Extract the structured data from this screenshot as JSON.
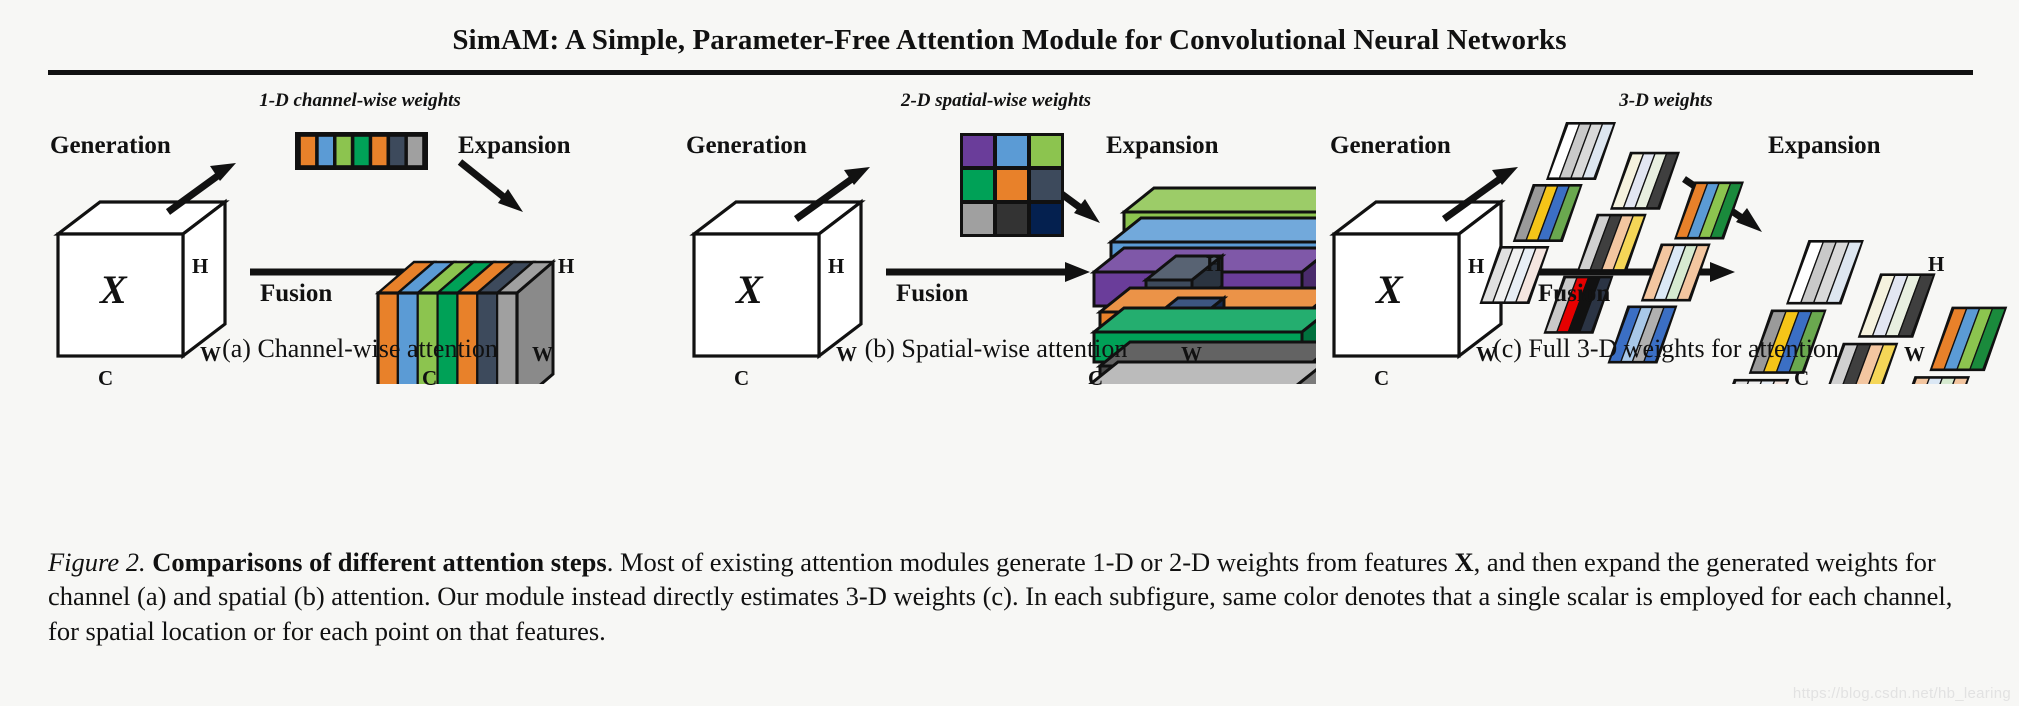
{
  "header": {
    "title": "SimAM: A Simple, Parameter-Free Attention Module for Convolutional Neural Networks"
  },
  "panels": [
    {
      "id": "a",
      "weights_label": "1-D channel-wise weights",
      "generation_label": "Generation",
      "expansion_label": "Expansion",
      "fusion_label": "Fusion",
      "input_symbol": "X",
      "dim_h": "H",
      "dim_w": "W",
      "dim_c": "C",
      "out_dim_h": "H",
      "out_dim_w": "W",
      "out_dim_c": "C",
      "subcaption": "(a) Channel-wise attention",
      "weight_colors": [
        "#e8812a",
        "#5b9bd5",
        "#8cc44f",
        "#00a157",
        "#e8812a",
        "#3d4a5c",
        "#a0a0a0"
      ]
    },
    {
      "id": "b",
      "weights_label": "2-D spatial-wise weights",
      "generation_label": "Generation",
      "expansion_label": "Expansion",
      "fusion_label": "Fusion",
      "input_symbol": "X",
      "dim_h": "H",
      "dim_w": "W",
      "dim_c": "C",
      "out_dim_h": "H",
      "out_dim_w": "W",
      "out_dim_c": "C",
      "subcaption": "(b) Spatial-wise attention",
      "grid_colors": [
        [
          "#6a3d9a",
          "#5b9bd5",
          "#8cc44f"
        ],
        [
          "#00a157",
          "#e8812a",
          "#3d4a5c"
        ],
        [
          "#a0a0a0",
          "#333333",
          "#04204f"
        ]
      ],
      "slab_colors": [
        "#8cc44f",
        "#5b9bd5",
        "#6a3d9a",
        "#3d4a5c",
        "#e8812a",
        "#1d3a6e",
        "#00a157",
        "#4a4a4a",
        "#b0b0b0"
      ]
    },
    {
      "id": "c",
      "weights_label": "3-D weights",
      "generation_label": "Generation",
      "expansion_label": "Expansion",
      "fusion_label": "Fusion",
      "input_symbol": "X",
      "dim_h": "H",
      "dim_w": "W",
      "dim_c": "C",
      "out_dim_h": "H",
      "out_dim_w": "W",
      "out_dim_c": "C",
      "subcaption": "(c) Full 3-D weights for attention",
      "tile_colors": [
        [
          [
            "#ffffff",
            "#c9c9c9",
            "#d9d9d9",
            "#dde6f0"
          ],
          [
            "#f5f2de",
            "#e2e6f2",
            "#e8efe0",
            "#3f3f3f"
          ],
          [
            "#e8812a",
            "#5b9bd5",
            "#8cc44f",
            "#1a8a3c"
          ]
        ],
        [
          [
            "#9a9a9a",
            "#f5c518",
            "#3b6fc4",
            "#6aa84f"
          ],
          [
            "#d0d0d0",
            "#3f3f3f",
            "#f3c6a0",
            "#f5d657"
          ],
          [
            "#f3c6a0",
            "#dbe8f5",
            "#d6ead0",
            "#f3c6a0"
          ]
        ],
        [
          [
            "#e0e0e0",
            "#f0f0f0",
            "#e8eef5",
            "#f5e6e0"
          ],
          [
            "#c9c9c9",
            "#e60000",
            "#111111",
            "#2b3444"
          ],
          [
            "#3b6fc4",
            "#a8c8e8",
            "#b0b0b0",
            "#3b6fc4"
          ]
        ]
      ]
    }
  ],
  "caption": {
    "figure_prefix": "Figure 2.",
    "bold_part": "Comparisons of different attention steps",
    "rest": ". Most of existing attention modules generate 1-D or 2-D weights from features ",
    "x_symbol": "X",
    "line2": ", and then expand the generated weights for channel (a) and spatial (b) attention. Our module instead directly estimates 3-D weights (c). In each subfigure, same color denotes that a single scalar is employed for each channel, for spatial location or for each point on that features."
  },
  "watermark": "https://blog.csdn.net/hb_learing"
}
